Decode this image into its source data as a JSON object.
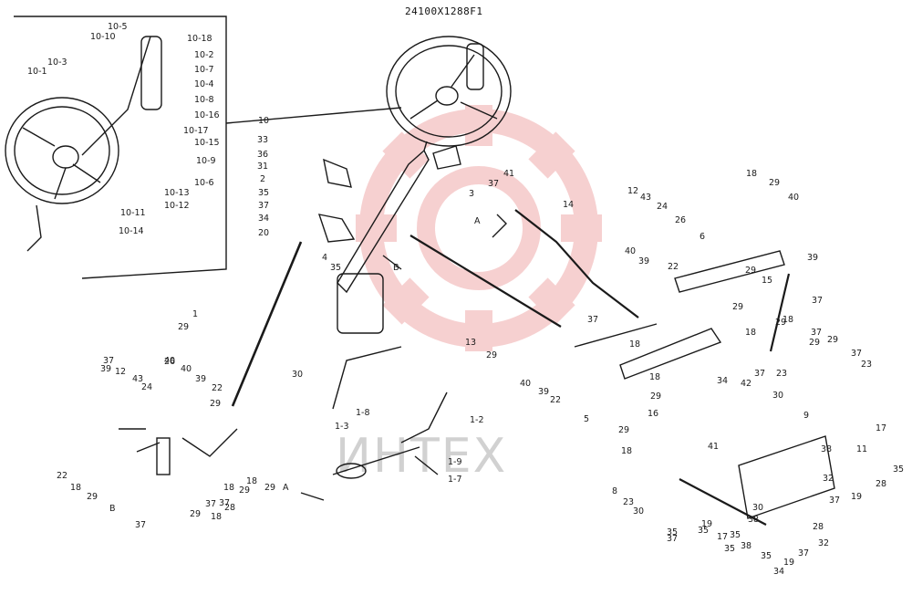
{
  "doc_code": "24100X1288F1",
  "watermark_text": "ИНТЕХ",
  "colors": {
    "ink": "#1a1a1a",
    "watermark": "#e05a5a"
  },
  "callouts": [
    "10-18",
    "10-5",
    "10-10",
    "10-3",
    "10-1",
    "10-2",
    "10-7",
    "10-4",
    "10-8",
    "10-16",
    "10-15",
    "10-9",
    "10-17",
    "10-6",
    "10-13",
    "10-12",
    "10-11",
    "10-14",
    "10",
    "33",
    "36",
    "31",
    "2",
    "35",
    "37",
    "34",
    "4",
    "20",
    "35",
    "3",
    "37",
    "41",
    "A",
    "B",
    "14",
    "13",
    "12",
    "43",
    "24",
    "26",
    "6",
    "40",
    "39",
    "22",
    "18",
    "29",
    "40",
    "39",
    "29",
    "15",
    "29",
    "37",
    "18",
    "29",
    "18",
    "37",
    "29",
    "29",
    "37",
    "23",
    "30",
    "1",
    "29",
    "37",
    "12",
    "43",
    "24",
    "26",
    "40",
    "39",
    "22",
    "29",
    "18",
    "28",
    "37",
    "18",
    "29",
    "A",
    "40",
    "39",
    "22",
    "18",
    "29",
    "B",
    "37",
    "29",
    "18",
    "37",
    "29",
    "1-8",
    "1-2",
    "1-3",
    "1-9",
    "1-7",
    "29",
    "37",
    "18",
    "40",
    "39",
    "22",
    "5",
    "18",
    "29",
    "16",
    "29",
    "18",
    "8",
    "23",
    "30",
    "35",
    "37",
    "19",
    "35",
    "17",
    "35",
    "34",
    "42",
    "37",
    "23",
    "41",
    "30",
    "9",
    "38",
    "11",
    "17",
    "35",
    "28",
    "19",
    "32",
    "37",
    "30",
    "38",
    "35",
    "38",
    "35",
    "19",
    "34",
    "37",
    "32",
    "28"
  ]
}
